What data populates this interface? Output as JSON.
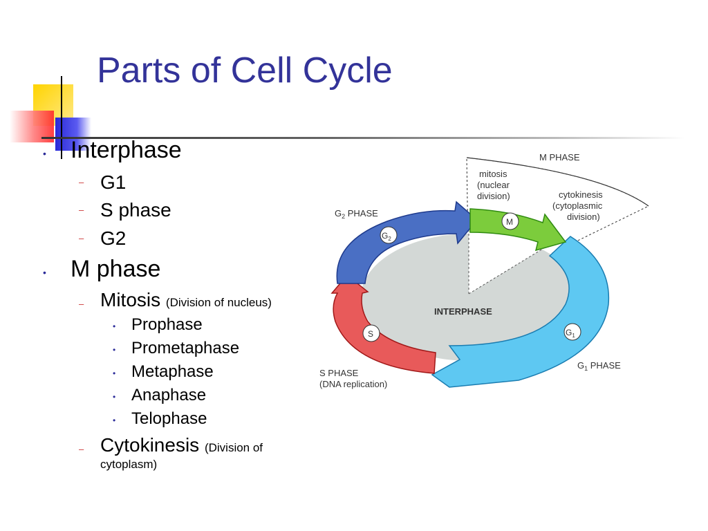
{
  "slide": {
    "title": "Parts of Cell Cycle"
  },
  "outline": {
    "interphase": "Interphase",
    "g1": "G1",
    "s_phase": "S phase",
    "g2": "G2",
    "m_phase": "M phase",
    "mitosis": "Mitosis",
    "mitosis_note": "(Division of nucleus)",
    "prophase": "Prophase",
    "prometaphase": "Prometaphase",
    "metaphase": "Metaphase",
    "anaphase": "Anaphase",
    "telophase": "Telophase",
    "cytokinesis": "Cytokinesis",
    "cytokinesis_note_a": "(Division of",
    "cytokinesis_note_b": "cytoplasm)"
  },
  "markers": {
    "level1": "•",
    "level2": "–",
    "level3": "•"
  },
  "diagram": {
    "m_phase_label": "M PHASE",
    "mitosis_l1": "mitosis",
    "mitosis_l2": "(nuclear",
    "mitosis_l3": "division)",
    "cyto_l1": "cytokinesis",
    "cyto_l2": "(cytoplasmic",
    "cyto_l3": "division)",
    "g2_phase_label": "G",
    "g2_sub": "2",
    "g2_phase_suffix": " PHASE",
    "g2_badge": "G",
    "m_badge": "M",
    "s_badge": "S",
    "g1_badge": "G",
    "badge_sub_2": "2",
    "badge_sub_1": "1",
    "interphase_label": "INTERPHASE",
    "s_phase_l1": "S PHASE",
    "s_phase_l2": "(DNA replication)",
    "g1_phase_label": "G",
    "g1_sub": "1",
    "g1_phase_suffix": " PHASE",
    "colors": {
      "g1": "#5ec8f2",
      "s": "#e85a5a",
      "g2": "#4a6fc4",
      "m": "#7ccc3c",
      "interior": "#d3d8d6"
    }
  }
}
